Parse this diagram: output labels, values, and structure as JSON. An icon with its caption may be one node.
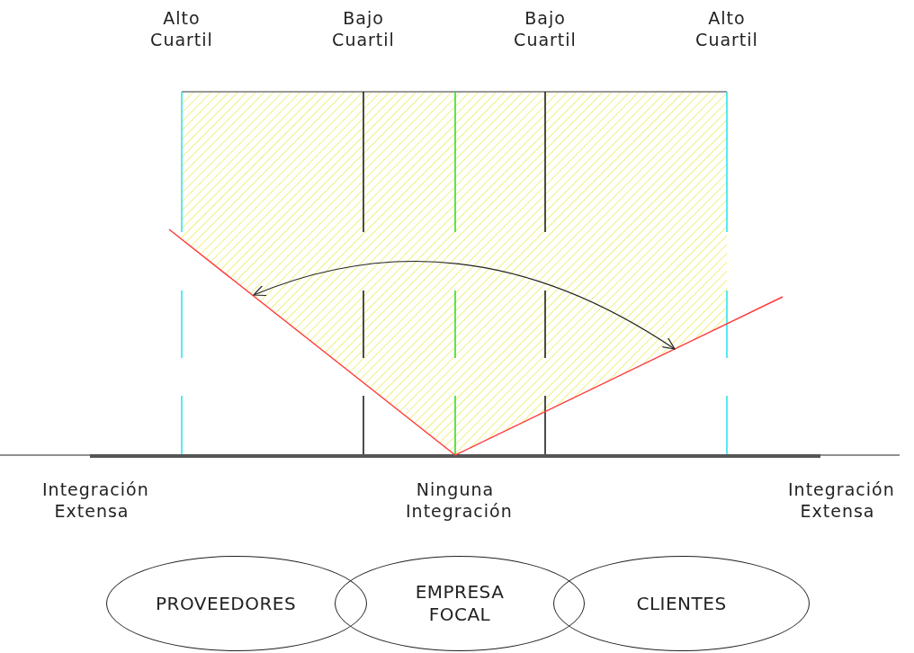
{
  "diagram": {
    "nodes": [
      {
        "text": [
          "PROVEEDORES"
        ]
      },
      {
        "text": [
          "EMPRESA FOCAL"
        ]
      },
      {
        "text": [
          "CLIENTES"
        ]
      }
    ],
    "edges": [],
    "labels": [
      "Alto Cuartil",
      "Bajo Cuartil",
      "Bajo Cuartil",
      "Alto Cuartil",
      "Integración Extensa",
      "Ninguna Integración",
      "Integración Extensa"
    ]
  }
}
